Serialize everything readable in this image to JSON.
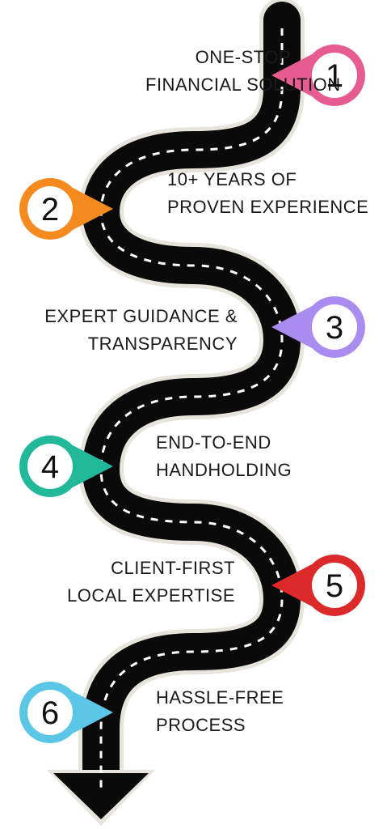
{
  "milestones": [
    {
      "number": "1",
      "line1": "ONE-STOP",
      "line2": "FINANCIAL SOLUTION",
      "color": "#e65c91",
      "side": "right"
    },
    {
      "number": "2",
      "line1": "10+ YEARS OF",
      "line2": "PROVEN EXPERIENCE",
      "color": "#f58a1f",
      "side": "left"
    },
    {
      "number": "3",
      "line1": "EXPERT GUIDANCE &",
      "line2": "TRANSPARENCY",
      "color": "#a98cf0",
      "side": "right"
    },
    {
      "number": "4",
      "line1": "END-TO-END",
      "line2": "HANDHOLDING",
      "color": "#22b89a",
      "side": "left"
    },
    {
      "number": "5",
      "line1": "CLIENT-FIRST",
      "line2": "LOCAL EXPERTISE",
      "color": "#dc2a2a",
      "side": "right"
    },
    {
      "number": "6",
      "line1": "HASSLE-FREE",
      "line2": "PROCESS",
      "color": "#5cc6e6",
      "side": "left"
    }
  ],
  "road": {
    "asphalt": "#0a0a0a",
    "edge": "#e6e4dc",
    "dash": "#ffffff"
  }
}
